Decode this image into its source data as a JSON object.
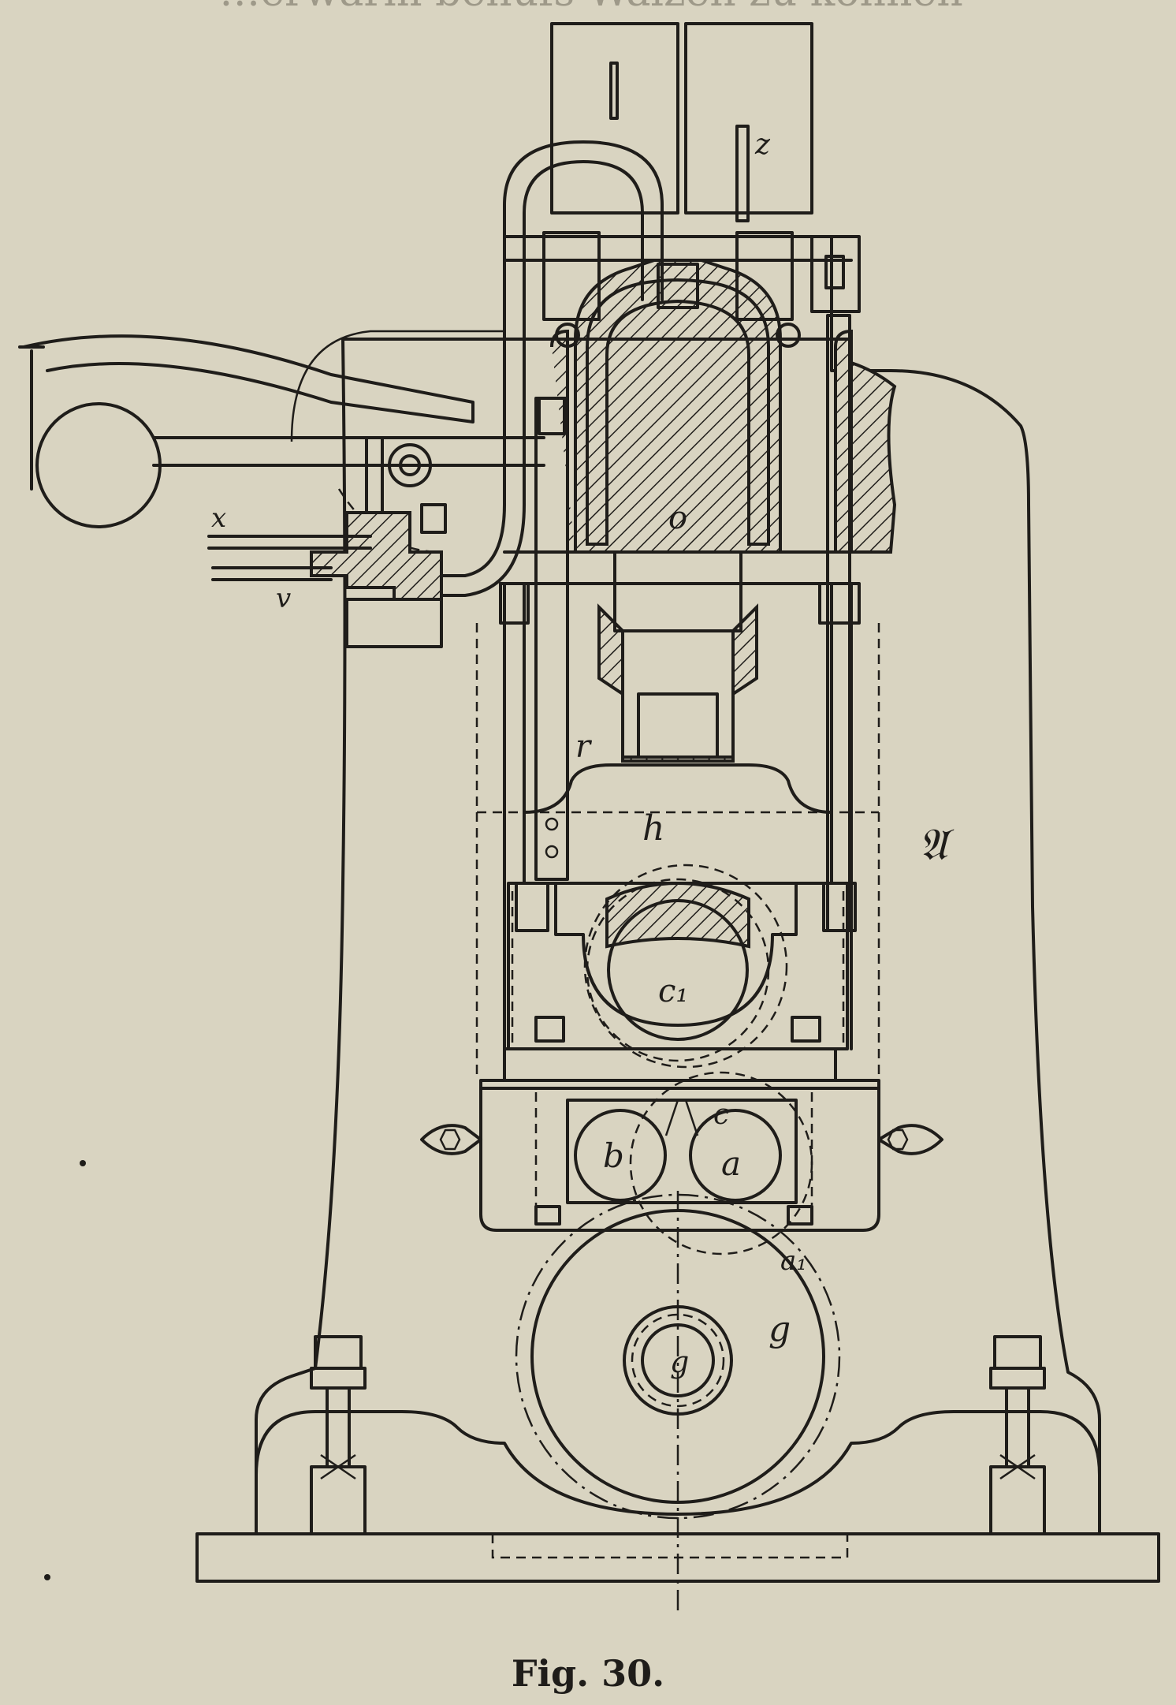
{
  "header_text": "…erwarm behufs Walzen zu können",
  "caption": "Fig. 30.",
  "labels": {
    "x": "x",
    "v": "v",
    "z": "z",
    "o": "o",
    "r": "r",
    "h": "h",
    "A": "𝔄",
    "c1": "c₁",
    "c": "c",
    "b": "b",
    "a": "a",
    "a1": "a₁",
    "g_ring": "g",
    "g_center": "g"
  },
  "colors": {
    "paper": "#d9d4c1",
    "ink": "#1f1d1a"
  }
}
